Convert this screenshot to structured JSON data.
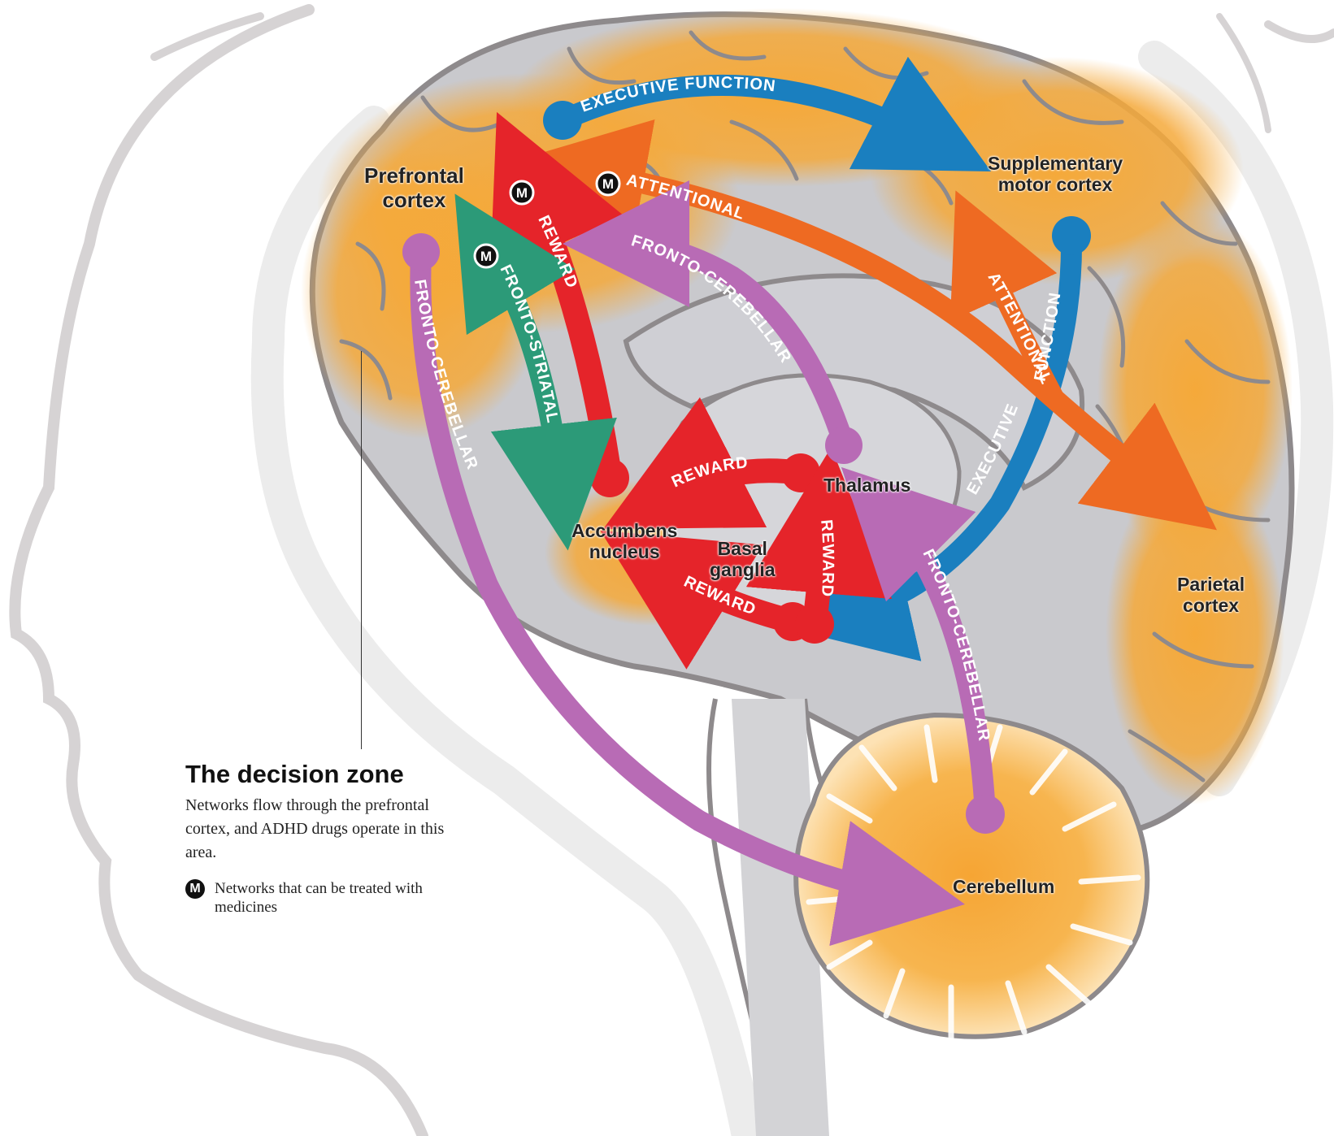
{
  "colors": {
    "cortex": "#f5a93a",
    "brain_gray": "#c9c9cd",
    "outline": "#8e8a8c",
    "executive": "#1a7fbf",
    "attentional": "#ee6a22",
    "reward": "#e5242a",
    "fronto_cerebellar": "#b86bb5",
    "fronto_striatal": "#2c9a78",
    "badge": "#111111"
  },
  "regions": {
    "prefrontal_cortex": "Prefrontal\ncortex",
    "supplementary_motor_cortex": "Supplementary\nmotor cortex",
    "thalamus": "Thalamus",
    "accumbens_nucleus": "Accumbens\nnucleus",
    "basal_ganglia": "Basal\nganglia",
    "parietal_cortex": "Parietal\ncortex",
    "cerebellum": "Cerebellum"
  },
  "pathways": {
    "executive_top": "EXECUTIVE FUNCTION",
    "executive_right_a": "EXECUTIVE",
    "executive_right_b": "FUNCTION",
    "attentional_top": "ATTENTIONAL",
    "attentional_right": "ATTENTIONAL",
    "reward_vertical": "REWARD",
    "reward_upper": "REWARD",
    "reward_lower": "REWARD",
    "reward_thalamus": "REWARD",
    "fronto_cerebellar_left": "FRONTO-CEREBELLAR",
    "fronto_cerebellar_mid": "FRONTO-CEREBELLAR",
    "fronto_cerebellar_right": "FRONTO-CEREBELLAR",
    "fronto_striatal": "FRONTO-STRIATAL"
  },
  "badge_letter": "M",
  "info": {
    "title": "The decision zone",
    "description": "Networks flow through the prefrontal cortex, and ADHD drugs operate in this area.",
    "legend_badge": "M",
    "legend_text": "Networks that can be treated with medicines"
  }
}
